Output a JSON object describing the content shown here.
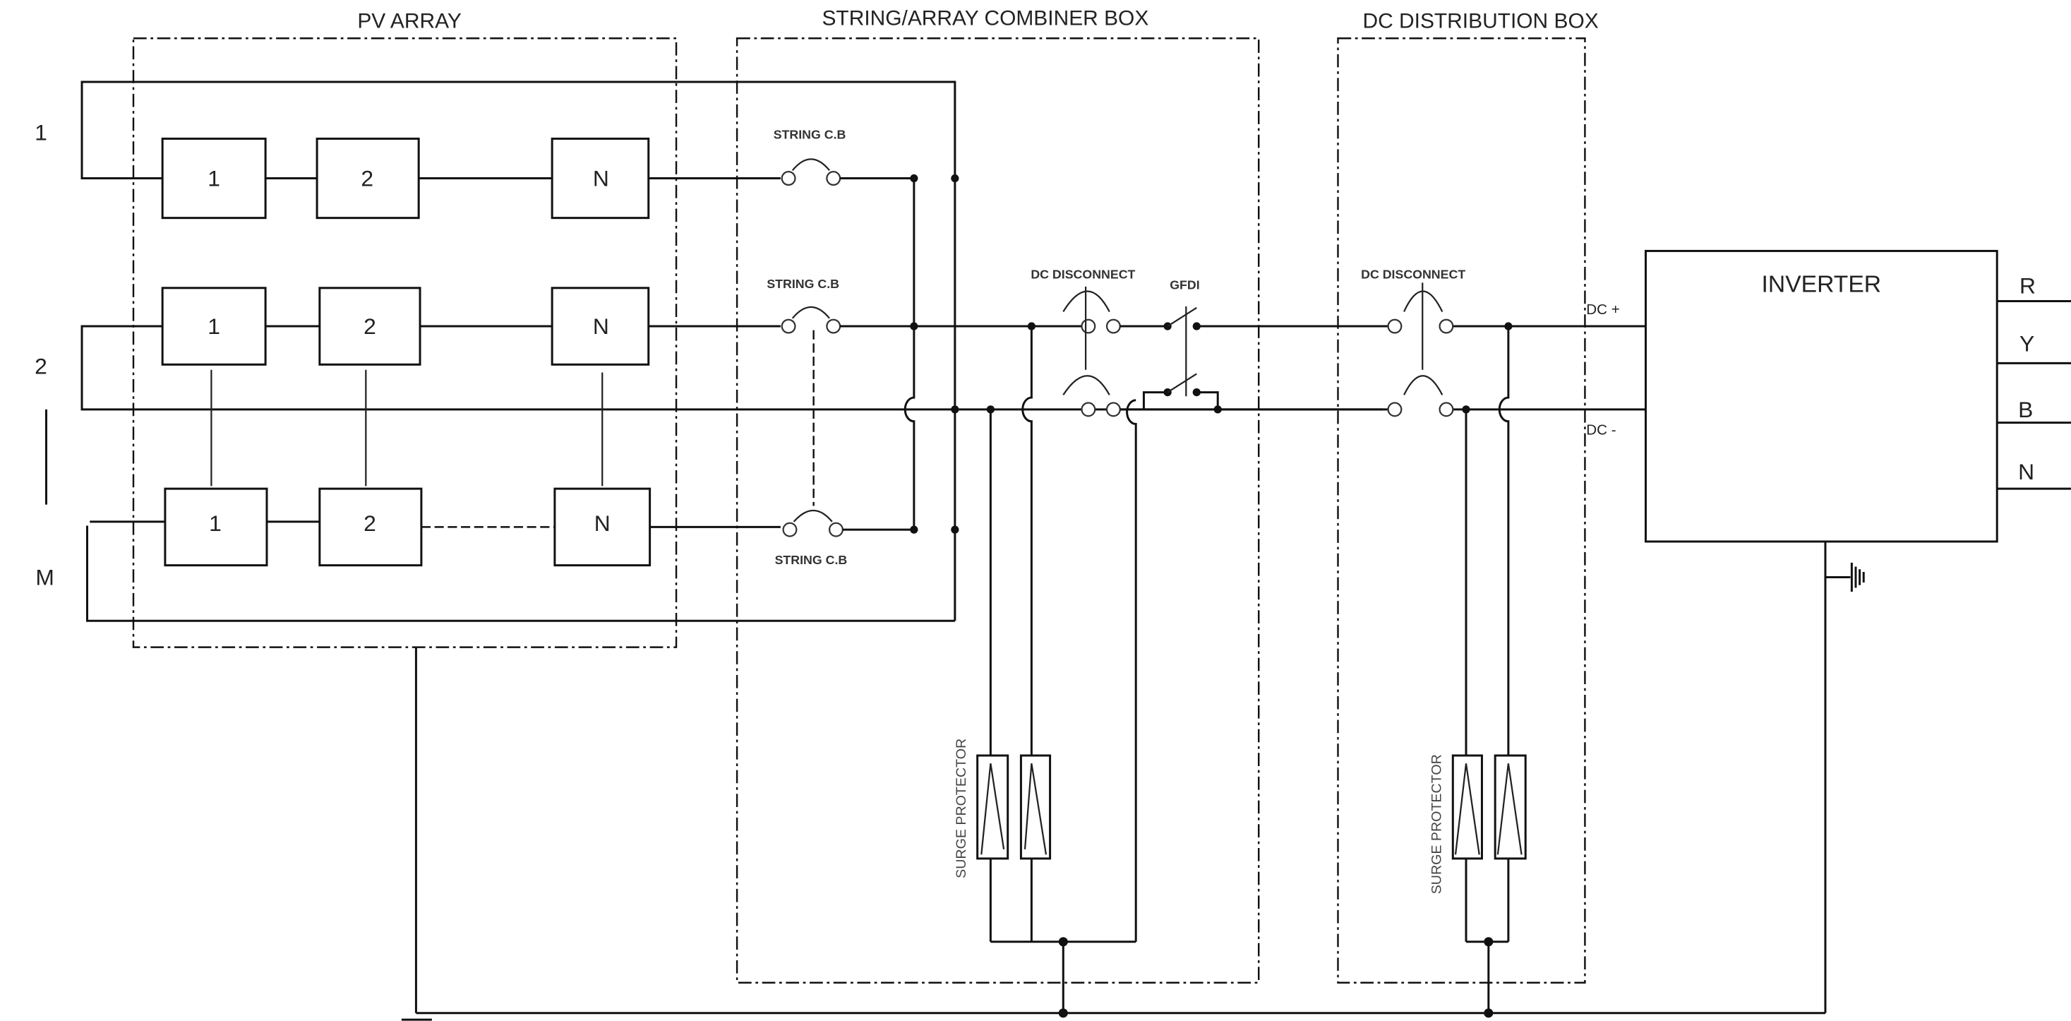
{
  "diagram": {
    "type": "PV system single-line wiring diagram",
    "sections": {
      "pv_array": "PV ARRAY",
      "combiner_box": "STRING/ARRAY COMBINER BOX",
      "dc_distribution_box": "DC DISTRIBUTION BOX",
      "inverter": "INVERTER"
    },
    "string_labels": [
      "1",
      "2",
      "M"
    ],
    "modules": [
      [
        "1",
        "2",
        "N"
      ],
      [
        "1",
        "2",
        "N"
      ],
      [
        "1",
        "2",
        "N"
      ]
    ],
    "string_cb_label": "STRING C.B",
    "dc_disconnect_label": "DC DISCONNECT",
    "gfdi_label": "GFDI",
    "surge_protector_label": "SURGE PROTECTOR",
    "dc_plus_label": "DC +",
    "dc_minus_label": "DC -",
    "ac_outputs": [
      "R",
      "Y",
      "B",
      "N"
    ]
  }
}
